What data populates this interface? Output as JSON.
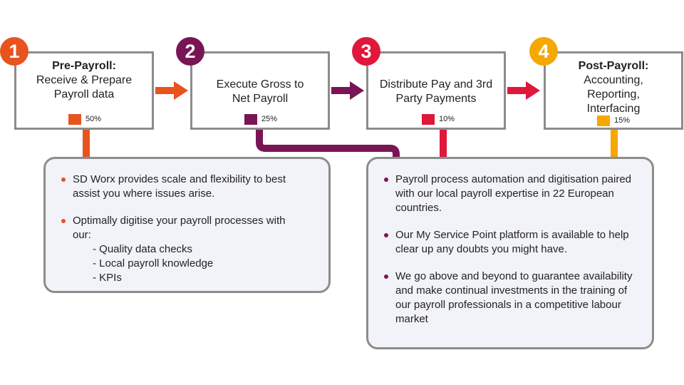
{
  "colors": {
    "orange": "#e8531e",
    "purple": "#7a1555",
    "red": "#e0173b",
    "yellow": "#f5a800",
    "gray": "#8c8c8c",
    "panel": "#f2f3f8"
  },
  "steps": [
    {
      "number": "1",
      "title_bold": "Pre-Payroll:",
      "title_rest": "Receive & Prepare Payroll data",
      "percent": "50%"
    },
    {
      "number": "2",
      "title_bold": "",
      "title_rest": "Execute Gross to Net Payroll",
      "percent": "25%"
    },
    {
      "number": "3",
      "title_bold": "",
      "title_rest": "Distribute Pay and 3rd Party Payments",
      "percent": "10%"
    },
    {
      "number": "4",
      "title_bold": "Post-Payroll:",
      "title_rest": "Accounting, Reporting, Interfacing",
      "percent": "15%"
    }
  ],
  "left_panel": {
    "bullets": [
      "SD Worx provides scale and flexibility to best assist you where issues arise.",
      "Optimally digitise your payroll processes with our:"
    ],
    "sub_items": [
      "- Quality data checks",
      "- Local payroll knowledge",
      "- KPIs"
    ]
  },
  "right_panel": {
    "bullets": [
      "Payroll process automation and digitisation paired with our local payroll expertise in 22 European countries.",
      "Our My Service Point platform is available to help clear up any doubts you might have.",
      "We go above and beyond to guarantee availability and make continual investments in the training of our payroll professionals in a competitive labour market"
    ]
  }
}
